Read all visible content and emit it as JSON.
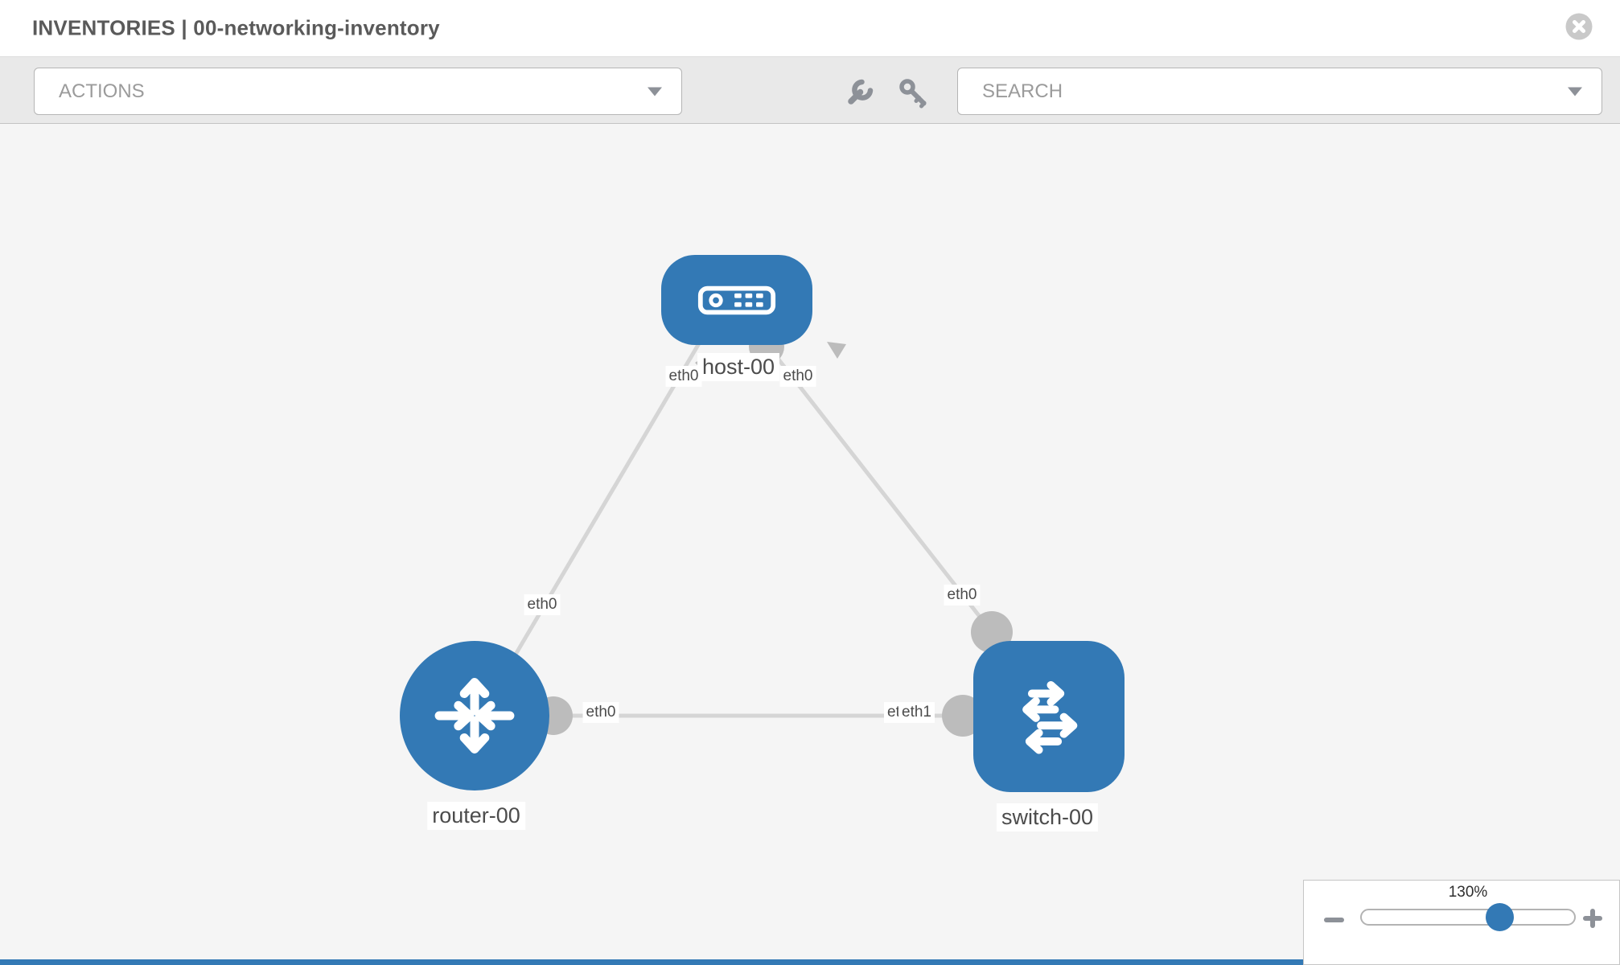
{
  "header": {
    "title": "INVENTORIES | 00-networking-inventory"
  },
  "toolbar": {
    "actions_label": "ACTIONS",
    "search_label": "SEARCH",
    "icons": [
      "wrench-icon",
      "key-icon"
    ]
  },
  "topology": {
    "nodes": [
      {
        "label": "host-00",
        "type": "host"
      },
      {
        "label": "router-00",
        "type": "router"
      },
      {
        "label": "switch-00",
        "type": "switch"
      }
    ],
    "links": [
      {
        "from": "host-00",
        "to": "router-00",
        "from_label": "eth0",
        "to_label": "eth0"
      },
      {
        "from": "host-00",
        "to": "switch-00",
        "from_label": "eth0",
        "to_label": "eth0"
      },
      {
        "from": "router-00",
        "to": "switch-00",
        "from_label": "eth0",
        "to_label": "eth1",
        "to_label_behind": "eth0"
      }
    ]
  },
  "zoom_control": {
    "level": "130%"
  },
  "colors": {
    "node_blue": "#3379b5",
    "edge_gray": "#d5d5d5",
    "connector_gray": "#bcbcbc",
    "canvas_bg": "#f5f5f5",
    "toolbar_bg": "#e9e9e9",
    "icon_gray": "#8d9198"
  }
}
